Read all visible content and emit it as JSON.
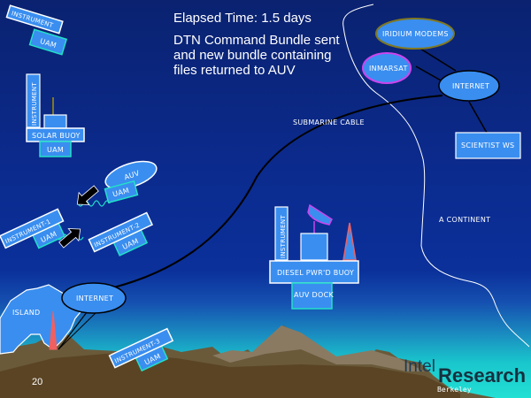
{
  "slide": {
    "elapsed_time": "Elapsed Time:  1.5 days",
    "description_lines": [
      "DTN Command  Bundle sent",
      "and new bundle containing",
      "files returned to AUV"
    ],
    "page_number": "20"
  },
  "labels": {
    "instrument": "INSTRUMENT",
    "uam": "UAM",
    "solar_buoy": "SOLAR BUOY",
    "auv": "AUV",
    "instrument_1": "INSTRUMENT-1",
    "instrument_2": "INSTRUMENT-2",
    "instrument_3": "INSTRUMENT-3",
    "diesel_buoy": "DIESEL PWR'D BUOY",
    "auv_dock": "AUV DOCK",
    "internet": "INTERNET",
    "island": "ISLAND",
    "submarine_cable": "SUBMARINE CABLE",
    "continent": "A CONTINENT",
    "iridium": "IRIDIUM MODEMS",
    "inmarsat": "INMARSAT",
    "scientist_ws": "SCIENTIST WS"
  },
  "logo": {
    "intel": "Intel",
    "research": "Research",
    "berkeley": "Berkeley"
  },
  "colors": {
    "box_fill": "#3a8ef0",
    "box_border_white": "#ffffff",
    "uam_border": "#22e0c8",
    "inmarsat_border": "#cc44ee",
    "iridium_border": "#807820",
    "antenna": "#f06060"
  }
}
